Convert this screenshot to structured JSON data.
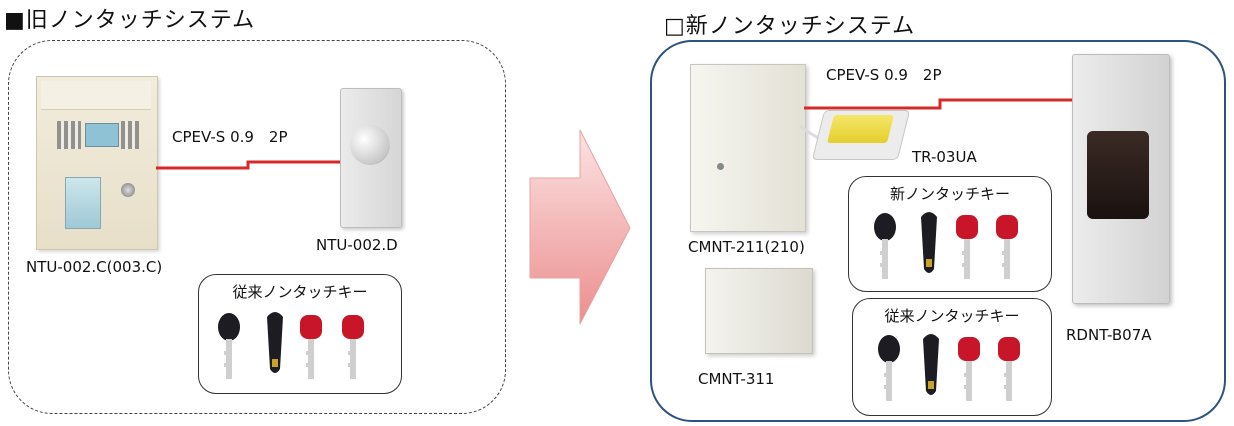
{
  "old_system": {
    "title": "■旧ノンタッチシステム",
    "cable_label": "CPEV-S 0.9　2P",
    "control_panel_label": "NTU-002.C(003.C)",
    "reader_label": "NTU-002.D",
    "key_box_title": "従来ノンタッチキー"
  },
  "new_system": {
    "title": "□新ノンタッチシステム",
    "cable_label": "CPEV-S 0.9　2P",
    "adapter_label": "TR-03UA",
    "controller_label": "CMNT-211(210)",
    "controller2_label": "CMNT-311",
    "reader_label": "RDNT-B07A",
    "new_key_box_title": "新ノンタッチキー",
    "old_key_box_title": "従来ノンタッチキー"
  },
  "colors": {
    "cable": "#d42a2a",
    "new_frame": "#2d5380",
    "arrow_top": "#fbe3e3",
    "arrow_bottom": "#ec8e8e",
    "key_red": "#c8152a",
    "key_dark": "#1c1c22"
  },
  "icons": {
    "arrow": "right-arrow-icon",
    "keys": [
      "black-key-icon",
      "fob-key-icon",
      "red-key-icon",
      "red-key-icon"
    ]
  }
}
